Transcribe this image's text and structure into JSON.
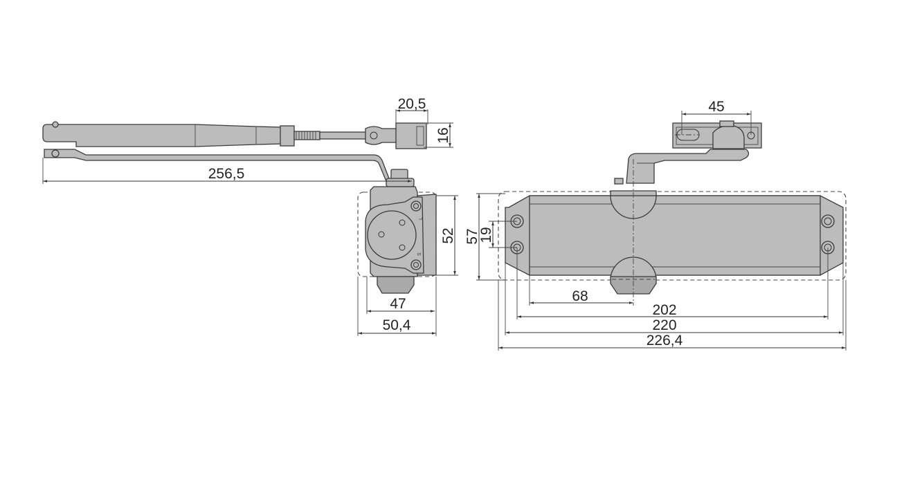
{
  "drawing": {
    "side_view": {
      "dimensions": {
        "arm_bracket_width": "20,5",
        "arm_bracket_height": "16",
        "arm_length": "256,5",
        "body_height": "52",
        "body_depth": "47",
        "body_depth_with_plate": "50,4"
      },
      "markings": {
        "large": "L",
        "small": "S"
      }
    },
    "front_view": {
      "dimensions": {
        "bracket_hole_spacing": "45",
        "plate_height": "57",
        "hole_vertical_spacing": "19",
        "pinion_offset": "68",
        "hole_horizontal_spacing": "202",
        "body_length": "220",
        "overall_length": "226,4"
      }
    },
    "colors": {
      "body_fill": "#bcbcbc",
      "line": "#333333"
    }
  }
}
